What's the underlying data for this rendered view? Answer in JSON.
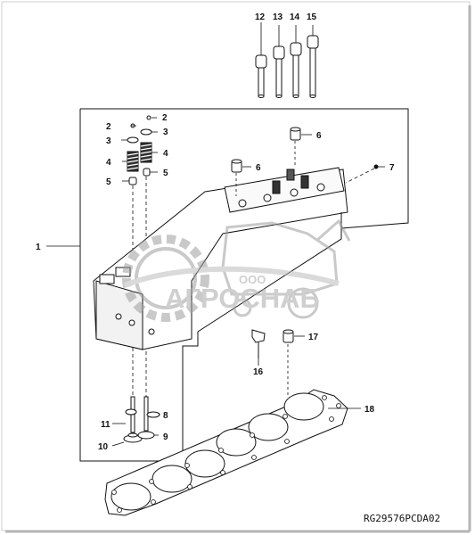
{
  "diagram": {
    "reference_code": "RG29576PCDA02",
    "callouts": [
      "1",
      "2",
      "2",
      "3",
      "3",
      "4",
      "4",
      "5",
      "5",
      "6",
      "6",
      "7",
      "8",
      "9",
      "10",
      "11",
      "12",
      "13",
      "14",
      "15",
      "16",
      "17",
      "18"
    ]
  },
  "watermark": {
    "company_small": "ООО",
    "company_name": "АГРОСНАБ"
  }
}
